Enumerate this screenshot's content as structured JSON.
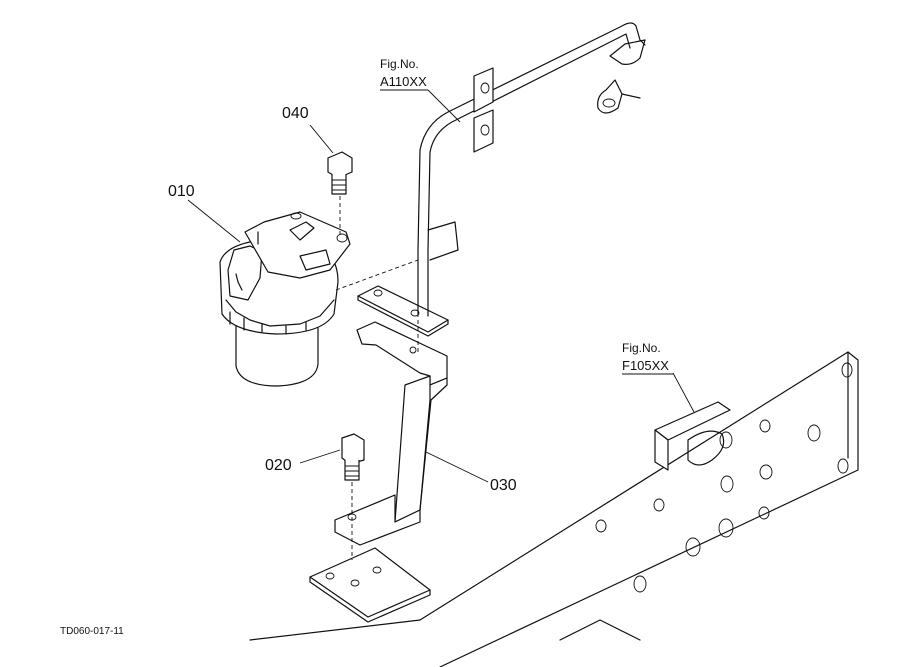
{
  "parts": [
    {
      "id": "part-010",
      "number": "010"
    },
    {
      "id": "part-020",
      "number": "020"
    },
    {
      "id": "part-030",
      "number": "030"
    },
    {
      "id": "part-040",
      "number": "040"
    }
  ],
  "figure_refs": [
    {
      "id": "fig-ref-a110",
      "label": "Fig.No.",
      "code": "A110XX"
    },
    {
      "id": "fig-ref-f105",
      "label": "Fig.No.",
      "code": "F105XX"
    }
  ],
  "drawing_code": "TD060-017-11"
}
